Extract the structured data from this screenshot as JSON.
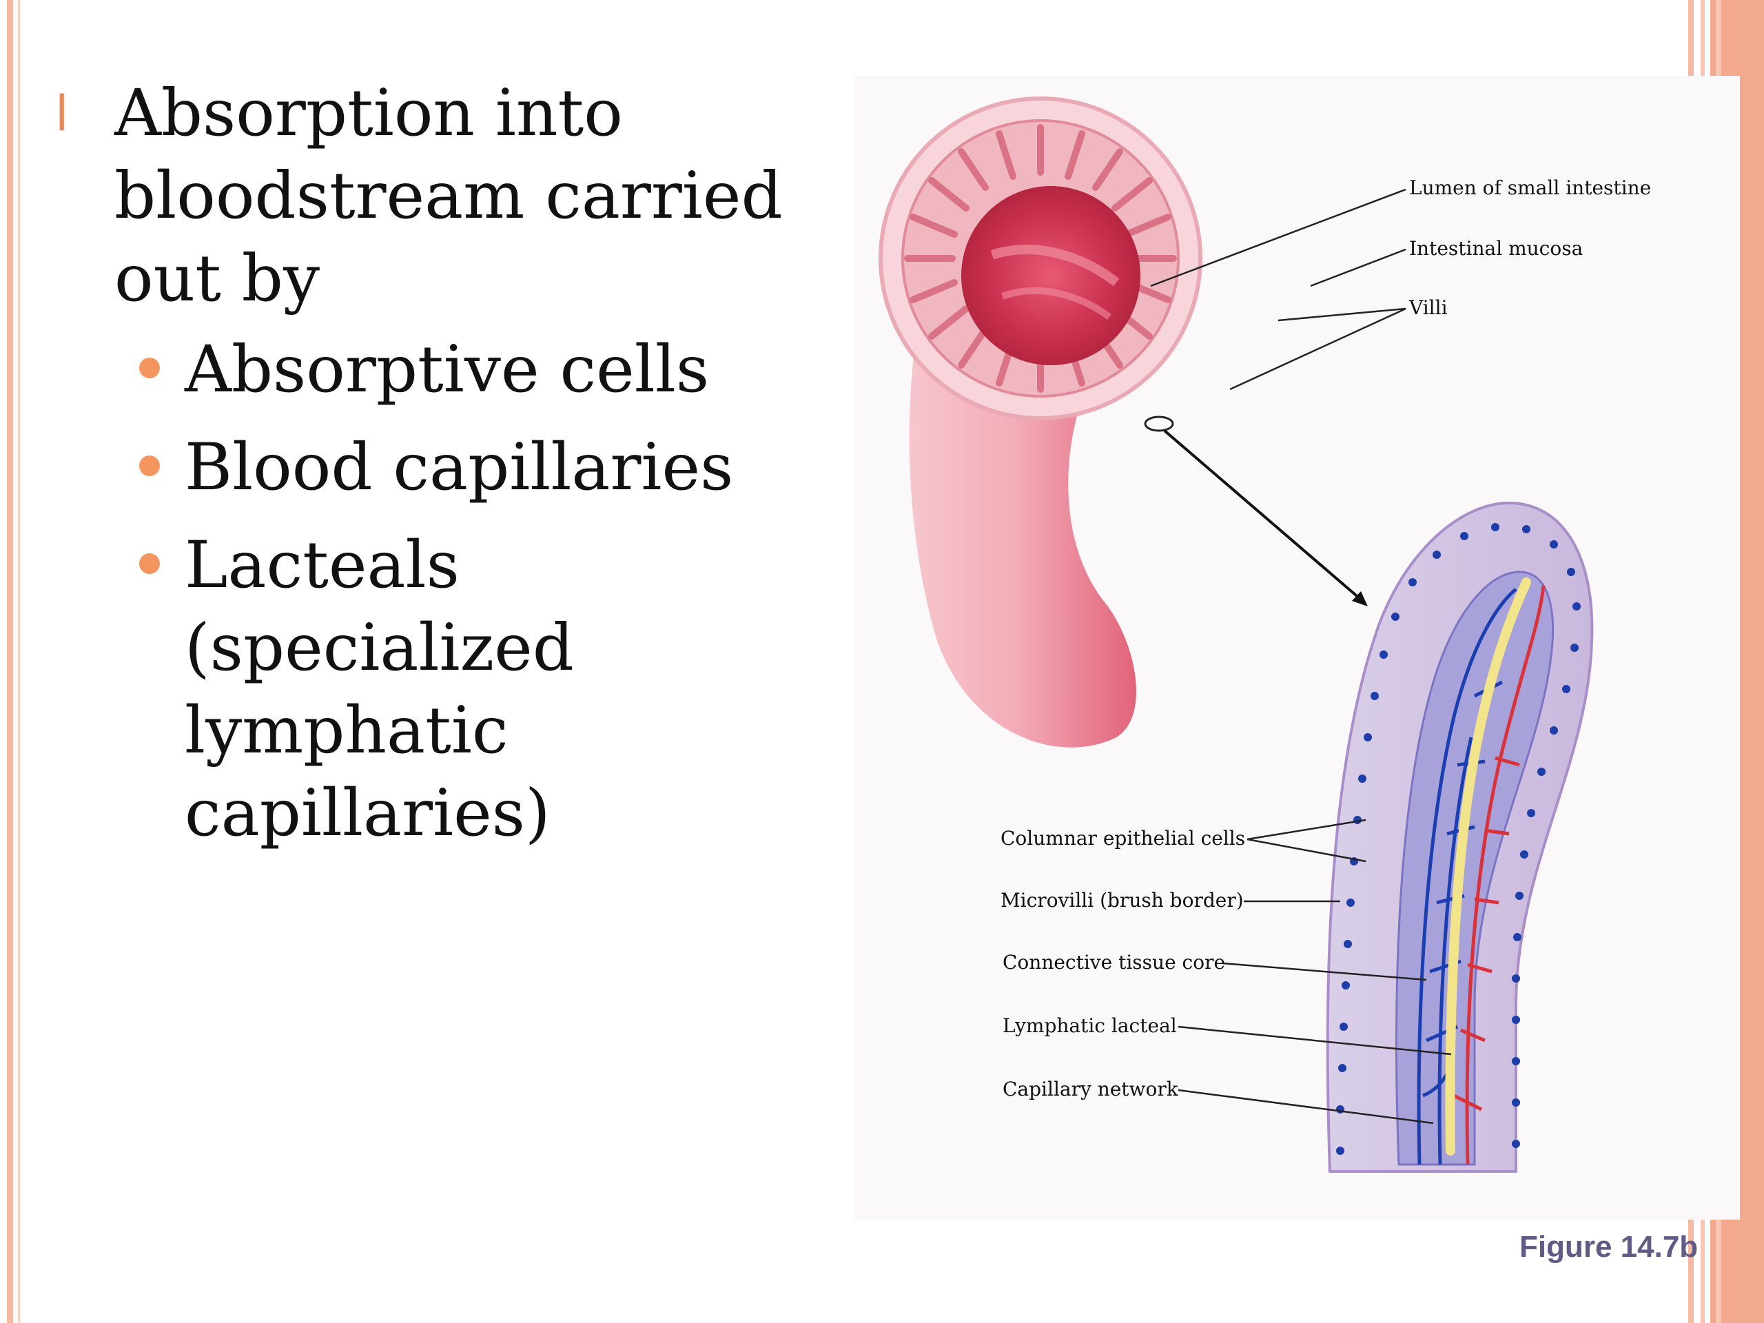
{
  "slide": {
    "bullet_marker": "l",
    "main_text": "Absorption into bloodstream carried out by",
    "sub_items": [
      {
        "text": "Absorptive cells"
      },
      {
        "text": "Blood capillaries"
      },
      {
        "text": "Lacteals (specialized lymphatic capillaries)"
      }
    ]
  },
  "figure": {
    "labels": {
      "lumen": "Lumen of small intestine",
      "mucosa": "Intestinal mucosa",
      "villi": "Villi",
      "columnar": "Columnar epithelial cells",
      "microvilli": "Microvilli (brush border)",
      "connective": "Connective tissue core",
      "lacteal": "Lymphatic lacteal",
      "capillary": "Capillary network"
    },
    "caption": "Figure 14.7b"
  },
  "colors": {
    "accent": "#f4945e",
    "caption": "#5f5a86",
    "tissue": "#e3536d",
    "vein": "#1b3fb0",
    "artery": "#d9323a",
    "lacteal": "#f2e48a"
  }
}
